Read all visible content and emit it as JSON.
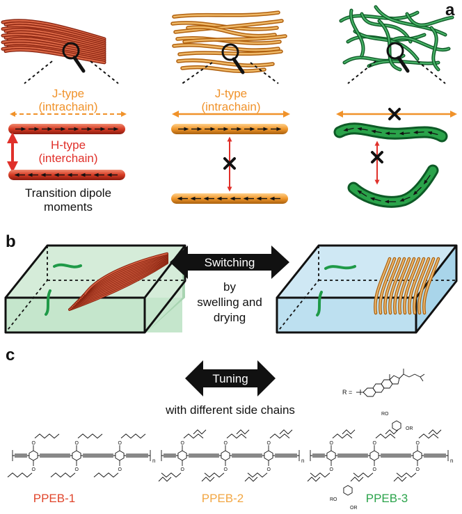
{
  "panels": {
    "a": {
      "label": "a",
      "jtype_left": [
        "J-type",
        "(intrachain)"
      ],
      "htype": [
        "H-type",
        "(interchain)"
      ],
      "dipole_caption": [
        "Transition dipole",
        "moments"
      ],
      "jtype_mid": [
        "J-type",
        "(intrachain)"
      ]
    },
    "b": {
      "label": "b",
      "button": "Switching",
      "caption": [
        "by",
        "swelling and",
        "drying"
      ]
    },
    "c": {
      "label": "c",
      "button": "Tuning",
      "caption": "with different side chains",
      "r_group": "R =",
      "sub_n": "n",
      "ro": "RO",
      "or": "OR",
      "polymers": [
        "PPEB-1",
        "PPEB-2",
        "PPEB-3"
      ]
    }
  },
  "colors": {
    "red": "#d93a2b",
    "orange": "#f0922a",
    "green": "#1f9a48",
    "ppeb1": "#e0452b",
    "ppeb2": "#f2a642",
    "ppeb3": "#2aa34a"
  }
}
